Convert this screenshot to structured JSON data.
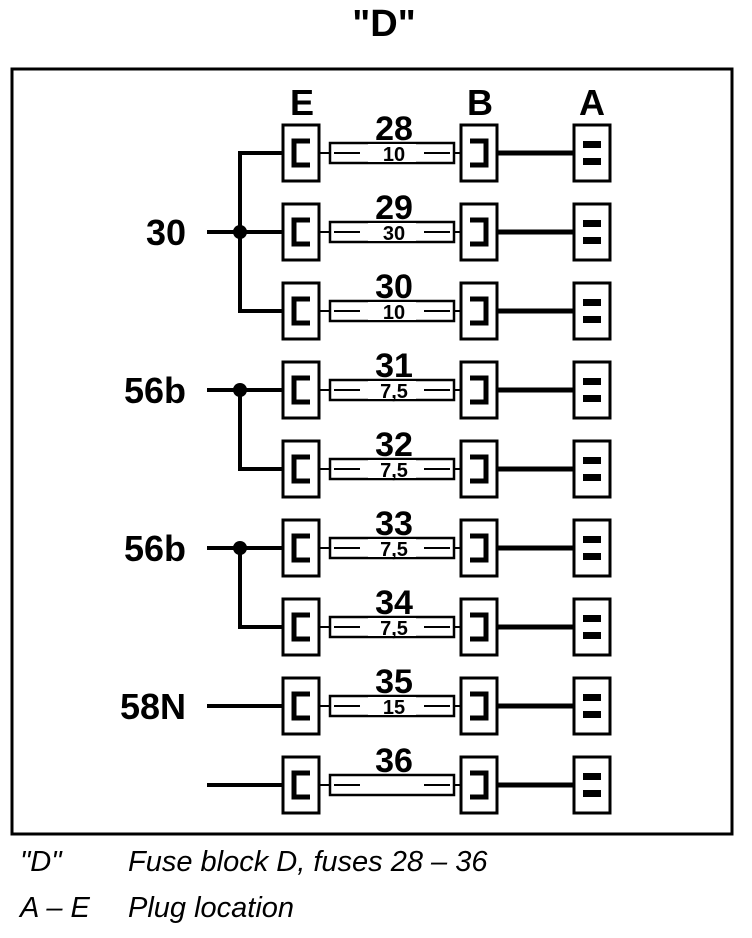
{
  "title": "\"D\"",
  "column_labels": {
    "E": "E",
    "B": "B",
    "A": "A"
  },
  "feeds": [
    {
      "label": "30",
      "fuse_numbers": [
        "28",
        "29",
        "30"
      ]
    },
    {
      "label": "56b",
      "fuse_numbers": [
        "31",
        "32"
      ]
    },
    {
      "label": "56b",
      "fuse_numbers": [
        "33",
        "34"
      ]
    },
    {
      "label": "58N",
      "fuse_numbers": [
        "35"
      ]
    },
    {
      "label": "",
      "fuse_numbers": [
        "36"
      ]
    }
  ],
  "fuses": [
    {
      "number": "28",
      "rating": "10"
    },
    {
      "number": "29",
      "rating": "30"
    },
    {
      "number": "30",
      "rating": "10"
    },
    {
      "number": "31",
      "rating": "7,5"
    },
    {
      "number": "32",
      "rating": "7,5"
    },
    {
      "number": "33",
      "rating": "7,5"
    },
    {
      "number": "34",
      "rating": "7,5"
    },
    {
      "number": "35",
      "rating": "15"
    },
    {
      "number": "36",
      "rating": ""
    }
  ],
  "legend": [
    {
      "key": "\"D\"",
      "text": "Fuse block D, fuses 28 – 36"
    },
    {
      "key": "A – E",
      "text": "Plug location"
    }
  ]
}
